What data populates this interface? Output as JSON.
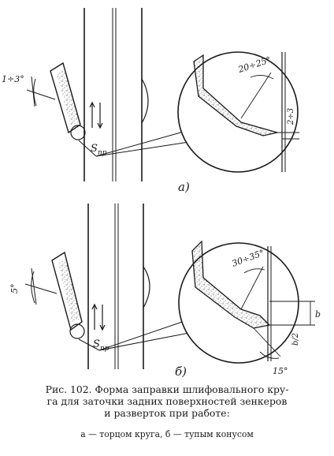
{
  "figure": {
    "part_a": {
      "angle_small": "1÷3°",
      "feed": "S",
      "feed_subscript": "пр",
      "angle_detail": "20÷25°",
      "dimension": "2÷3",
      "label": "а)"
    },
    "part_b": {
      "angle_small": "5°",
      "feed": "S",
      "feed_subscript": "пр",
      "angle_detail": "30÷35°",
      "dim_b": "b",
      "dim_b_half": "b/2",
      "angle_bottom": "15°",
      "label": "б)"
    }
  },
  "caption": {
    "line1": "Рис. 102. Форма заправки шлифовального кру-",
    "line2": "га для заточки задних поверхностей зенкеров",
    "line3": "и разверток при работе:",
    "line4": "а — торцом круга, б — тупым конусом"
  }
}
